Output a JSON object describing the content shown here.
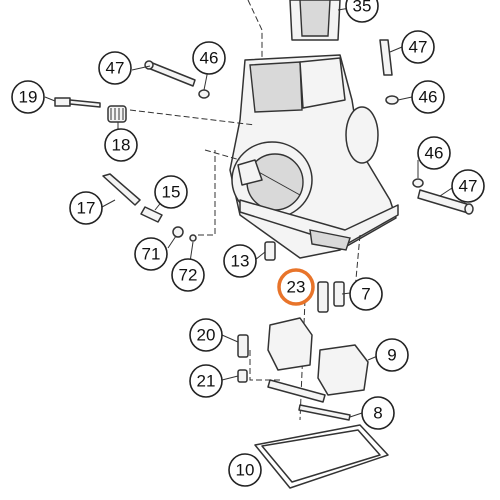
{
  "diagram": {
    "highlight_color": "#e8742a",
    "callouts": [
      {
        "id": "c35",
        "label": "35"
      },
      {
        "id": "c47a",
        "label": "47"
      },
      {
        "id": "c46a",
        "label": "46"
      },
      {
        "id": "c47b",
        "label": "47"
      },
      {
        "id": "c46b",
        "label": "46"
      },
      {
        "id": "c19",
        "label": "19"
      },
      {
        "id": "c18",
        "label": "18"
      },
      {
        "id": "c46c",
        "label": "46"
      },
      {
        "id": "c47c",
        "label": "47"
      },
      {
        "id": "c17",
        "label": "17"
      },
      {
        "id": "c15",
        "label": "15"
      },
      {
        "id": "c71",
        "label": "71"
      },
      {
        "id": "c72",
        "label": "72"
      },
      {
        "id": "c13",
        "label": "13"
      },
      {
        "id": "c23",
        "label": "23",
        "highlighted": true
      },
      {
        "id": "c7",
        "label": "7"
      },
      {
        "id": "c20",
        "label": "20"
      },
      {
        "id": "c9",
        "label": "9"
      },
      {
        "id": "c21",
        "label": "21"
      },
      {
        "id": "c8",
        "label": "8"
      },
      {
        "id": "c10",
        "label": "10"
      }
    ]
  }
}
